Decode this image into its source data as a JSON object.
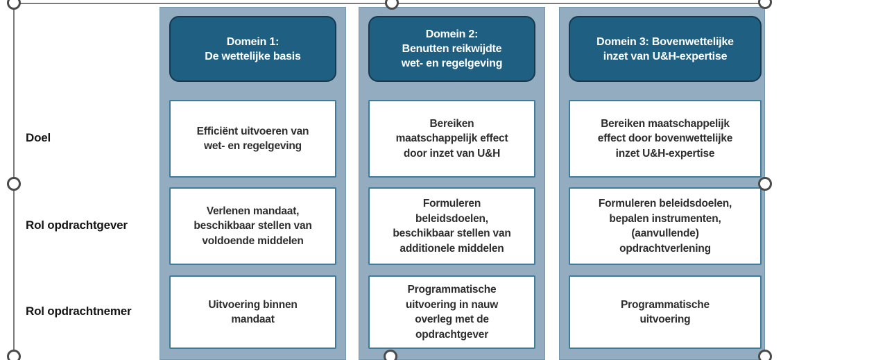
{
  "figure": {
    "row_labels": [
      {
        "label": "Doel"
      },
      {
        "label": "Rol opdrachtgever"
      },
      {
        "label": "Rol opdrachtnemer"
      }
    ],
    "columns": [
      {
        "header": "Domein 1:\nDe wettelijke basis",
        "doel": "Efficiënt uitvoeren van\nwet- en regelgeving",
        "rol_opdrachtgever": "Verlenen mandaat,\nbeschikbaar stellen van\nvoldoende middelen",
        "rol_opdrachtnemer": "Uitvoering binnen\nmandaat"
      },
      {
        "header": "Domein 2:\nBenutten reikwijdte\nwet- en regelgeving",
        "doel": "Bereiken\nmaatschappelijk effect\ndoor inzet van U&H",
        "rol_opdrachtgever": "Formuleren\nbeleidsdoelen,\nbeschikbaar stellen van\nadditionele middelen",
        "rol_opdrachtnemer": "Programmatische\nuitvoering in nauw\noverleg met de\nopdrachtgever"
      },
      {
        "header": "Domein 3: Bovenwettelijke\ninzet van U&H-expertise",
        "doel": "Bereiken maatschappelijk\neffect door bovenwettelijke\ninzet U&H-expertise",
        "rol_opdrachtgever": "Formuleren beleidsdoelen,\nbepalen instrumenten,\n(aanvullende)\nopdrachtverlening",
        "rol_opdrachtnemer": "Programmatische\nuitvoering"
      }
    ],
    "colors": {
      "header_bg": "#1E5F82",
      "header_border": "#16394F",
      "column_bg": "#93ACBF",
      "box_border": "#3E7C9C",
      "frame_gray": "#7A7A7A"
    }
  }
}
